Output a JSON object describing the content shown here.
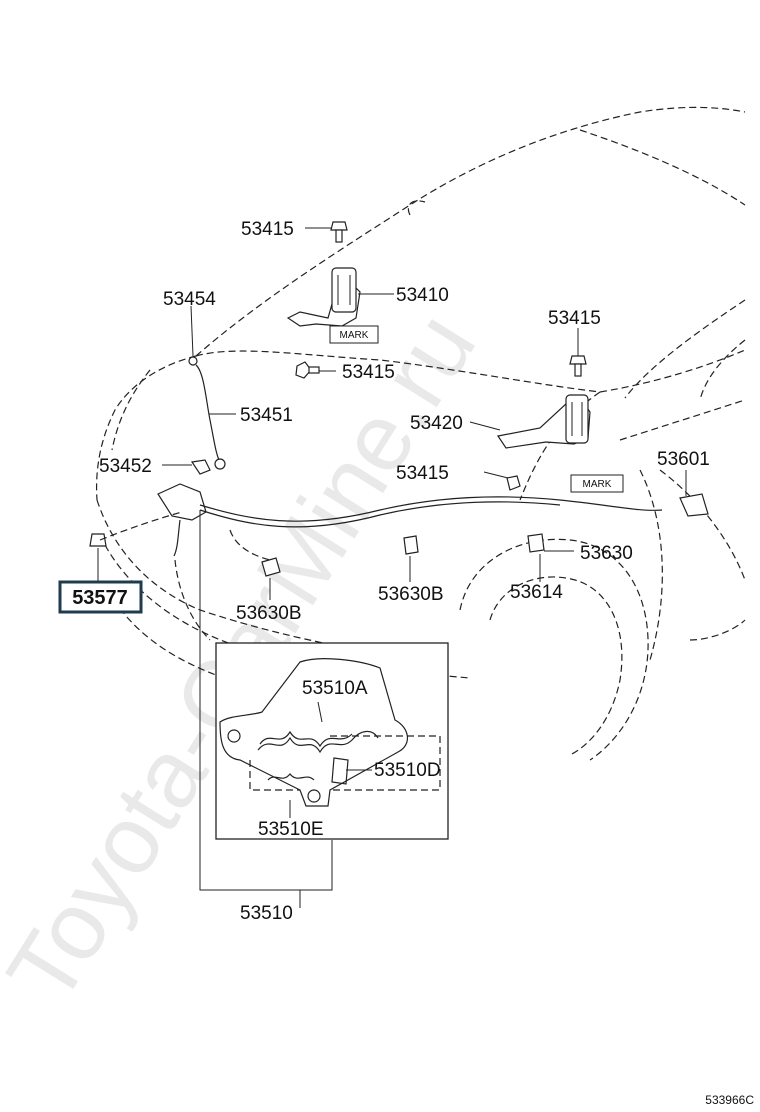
{
  "watermark": "Toyota-CarMine.ru",
  "figure_ref": "533966C",
  "highlight_label": "53577",
  "mark_label": "MARK",
  "callouts": {
    "c53415_top": "53415",
    "c53410": "53410",
    "c53454": "53454",
    "c53415_mid": "53415",
    "c53451": "53451",
    "c53415_right": "53415",
    "c53420": "53420",
    "c53452": "53452",
    "c53415_low": "53415",
    "c53601": "53601",
    "c53630": "53630",
    "c53630B_left": "53630B",
    "c53630B_right": "53630B",
    "c53614": "53614",
    "c53510A": "53510A",
    "c53510D": "53510D",
    "c53510E": "53510E",
    "c53510": "53510"
  }
}
